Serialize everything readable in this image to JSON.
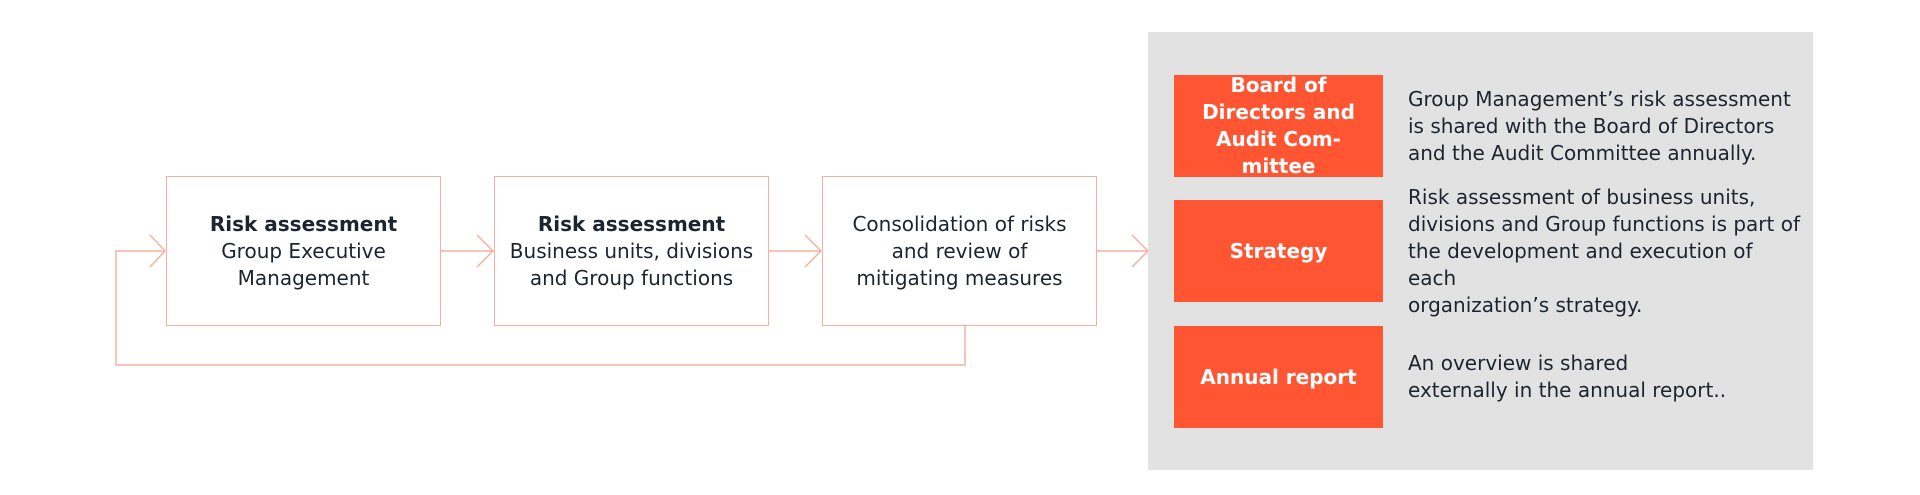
{
  "colors": {
    "accent": "#ff5533",
    "connector": "#f7b09f",
    "panel": "#e2e2e2",
    "text": "#1c2430"
  },
  "steps": [
    {
      "title": "Risk assessment",
      "lines": [
        "Group Executive",
        "Management"
      ]
    },
    {
      "title": "Risk assessment",
      "lines": [
        "Business units, divisions",
        "and Group functions"
      ]
    },
    {
      "title": "",
      "lines": [
        "Consolidation of risks",
        "and review of",
        "mitigating measures"
      ]
    }
  ],
  "outcomes": [
    {
      "label": "Board of Directors and Audit Com-mittee",
      "description_lines": [
        "Group Management’s risk assessment",
        "is shared with the Board of Directors",
        "and the Audit Committee annually."
      ]
    },
    {
      "label": "Strategy",
      "description_lines": [
        "Risk assessment of business units,",
        "divisions and Group functions is part of",
        "the development and execution of each",
        "organization’s strategy."
      ]
    },
    {
      "label": "Annual report",
      "description_lines": [
        "An overview is shared",
        "externally in the annual report.."
      ]
    }
  ]
}
